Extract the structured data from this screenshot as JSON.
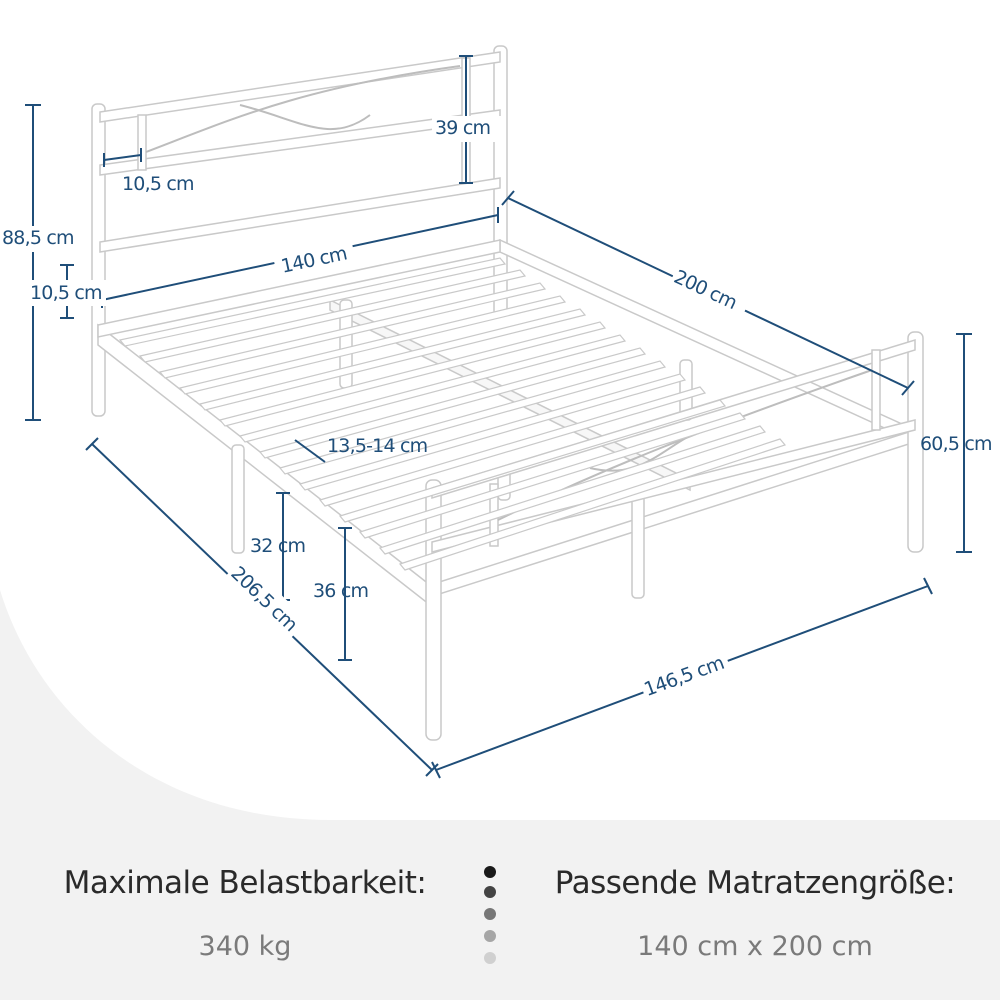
{
  "dimensions": {
    "total_height": "88,5 cm",
    "headboard_rail_offset": "10,5 cm",
    "headboard_gap": "39 cm",
    "headboard_post_gap": "10,5 cm",
    "inner_width": "140 cm",
    "inner_length": "200 cm",
    "footboard_height": "60,5 cm",
    "slat_gap": "13,5-14 cm",
    "underbed_clearance_short": "32 cm",
    "underbed_clearance": "36 cm",
    "outer_length": "206,5 cm",
    "outer_width": "146,5 cm"
  },
  "specs": {
    "load_label": "Maximale Belastbarkeit:",
    "load_value": "340 kg",
    "mattress_label": "Passende Matratzengröße:",
    "mattress_value": "140 cm x 200 cm"
  },
  "colors": {
    "dimension_lines": "#1f4e79",
    "background": "#f2f2f2",
    "frame": "#ffffff"
  }
}
